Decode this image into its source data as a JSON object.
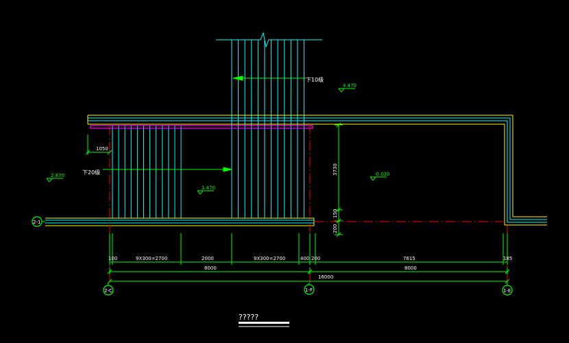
{
  "colors": {
    "background": "#000000",
    "cyan": "#00ffff",
    "yellow": "#ffff00",
    "green": "#00ff00",
    "red": "#ff0000",
    "magenta": "#ff00ff",
    "white": "#ffffff"
  },
  "annotations": {
    "stair_up_top": "下10级",
    "stair_up_left": "下20级"
  },
  "levels": {
    "top": "4.470",
    "left": "2.870",
    "mid": "1.470",
    "right": "-0.030"
  },
  "vertical_dims": {
    "d3730": "3730",
    "d150": "150",
    "d200": "200"
  },
  "dims_row1": {
    "d100": "100",
    "d9x300a": "9X300=2700",
    "d2000": "2000",
    "d9x300b": "9X300=2700",
    "d400": "400",
    "d200": "200",
    "d7615": "7615",
    "d185": "185"
  },
  "dims_row2": {
    "d8000a": "8000",
    "d8000b": "8000"
  },
  "dims_row3": {
    "d16000": "16000"
  },
  "dim_1050": "1050",
  "axes": {
    "left_row": "2-1",
    "col_a": "2-C",
    "col_b": "1-F",
    "col_c": "1-E"
  },
  "drawing_title": "?????"
}
